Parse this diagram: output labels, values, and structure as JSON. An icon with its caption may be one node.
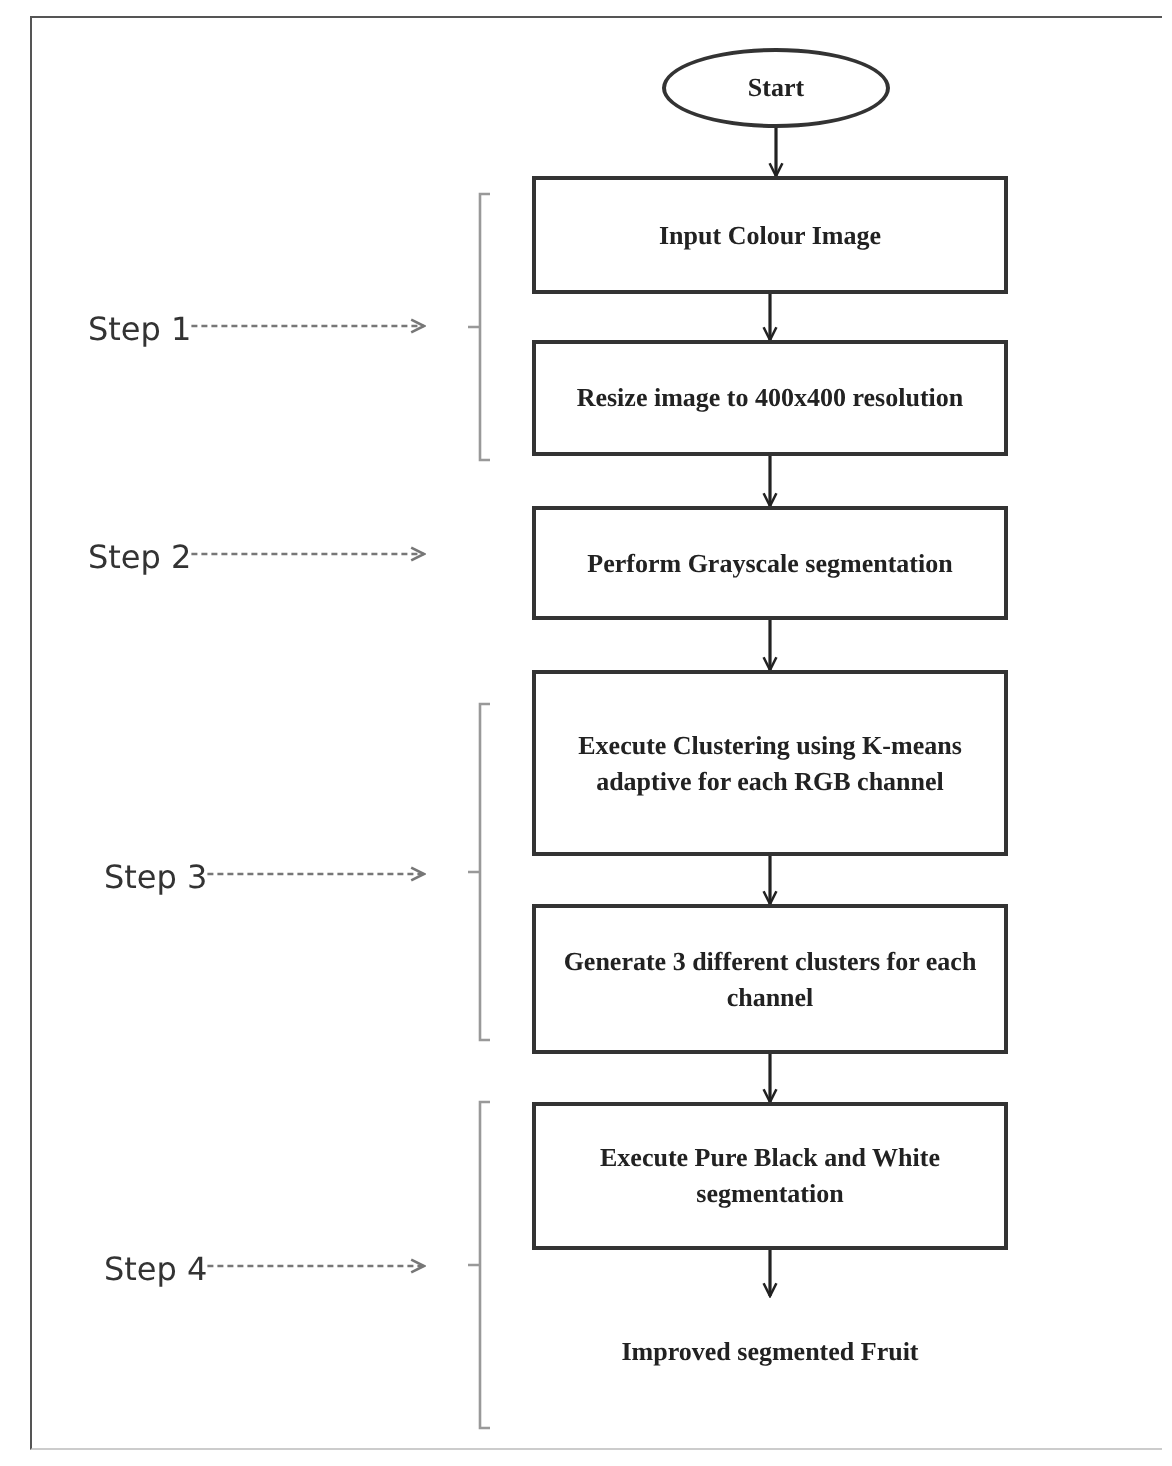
{
  "diagram": {
    "nodes": [
      {
        "text": [
          "Start"
        ]
      },
      {
        "text": [
          "Input Colour Image"
        ]
      },
      {
        "text": [
          "Resize image to 400x400 resolution"
        ]
      },
      {
        "text": [
          "Perform Grayscale segmentation"
        ]
      },
      {
        "text": [
          "Execute Clustering using K-means adaptive for each RGB channel"
        ]
      },
      {
        "text": [
          "Generate 3 different clusters for each channel"
        ]
      },
      {
        "text": [
          "Execute Pure Black and White segmentation"
        ]
      },
      {
        "text": [
          "Improved segmented Fruit"
        ]
      },
      {
        "text": [
          "Step 1"
        ]
      },
      {
        "text": [
          "Step 2"
        ]
      },
      {
        "text": [
          "Step 3"
        ]
      },
      {
        "text": [
          "Step 4"
        ]
      }
    ],
    "edges": [
      {
        "from": 0,
        "to": 1,
        "arrow": "to"
      },
      {
        "from": 1,
        "to": 2,
        "arrow": "to"
      },
      {
        "from": 2,
        "to": 3,
        "arrow": "to"
      },
      {
        "from": 3,
        "to": 4,
        "arrow": "to"
      },
      {
        "from": 4,
        "to": 5,
        "arrow": "to"
      },
      {
        "from": 5,
        "to": 6,
        "arrow": "to"
      },
      {
        "from": 6,
        "to": 7,
        "arrow": "to"
      },
      {
        "from": 8,
        "to": null,
        "arrow": "to",
        "style": "dashed",
        "color": "#777777"
      },
      {
        "from": 9,
        "to": null,
        "arrow": "to",
        "style": "dashed",
        "color": "#777777"
      },
      {
        "from": 10,
        "to": null,
        "arrow": "to",
        "style": "dashed",
        "color": "#777777"
      },
      {
        "from": 11,
        "to": null,
        "arrow": "to",
        "style": "dashed",
        "color": "#777777"
      }
    ]
  }
}
